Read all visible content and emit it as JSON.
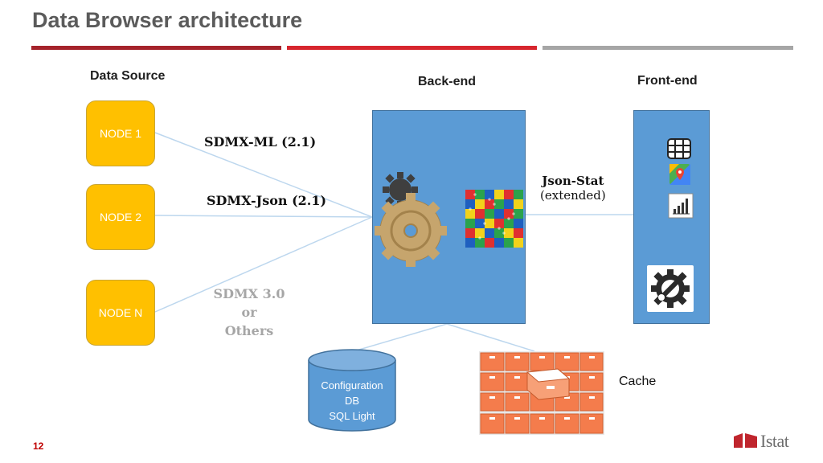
{
  "slide": {
    "title": "Data Browser architecture",
    "page_number": "12",
    "logo_text": "Istat"
  },
  "columns": {
    "data_source": "Data Source",
    "back_end": "Back-end",
    "front_end": "Front-end"
  },
  "nodes": [
    "NODE 1",
    "NODE 2",
    "NODE N"
  ],
  "protocols": {
    "sdmx_ml": "SDMX-ML (2.1)",
    "sdmx_json": "SDMX-Json (2.1)",
    "sdmx3_line1": "SDMX 3.0",
    "sdmx3_line2": "or",
    "sdmx3_line3": "Others"
  },
  "output": {
    "json_stat": "Json-Stat",
    "json_stat_note": "(extended)"
  },
  "config_db": {
    "line1": "Configuration",
    "line2": "DB",
    "line3": "SQL Light"
  },
  "cache": {
    "label": "Cache"
  },
  "icons": [
    "table-icon",
    "map-icon",
    "bar-chart-icon",
    "wrench-gear-icon",
    "gear-icon",
    "puzzle-icon",
    "database-icon",
    "file-drawer-icon",
    "istat-logo-icon"
  ],
  "colors": {
    "title": "#5b5b5b",
    "divider_dark_red": "#a5232b",
    "divider_red": "#d7262e",
    "divider_gray": "#a6a6a6",
    "node_yellow": "#ffc000",
    "panel_blue": "#5b9bd5",
    "cache_orange": "#f47c4c",
    "accent_red": "#c00000"
  }
}
